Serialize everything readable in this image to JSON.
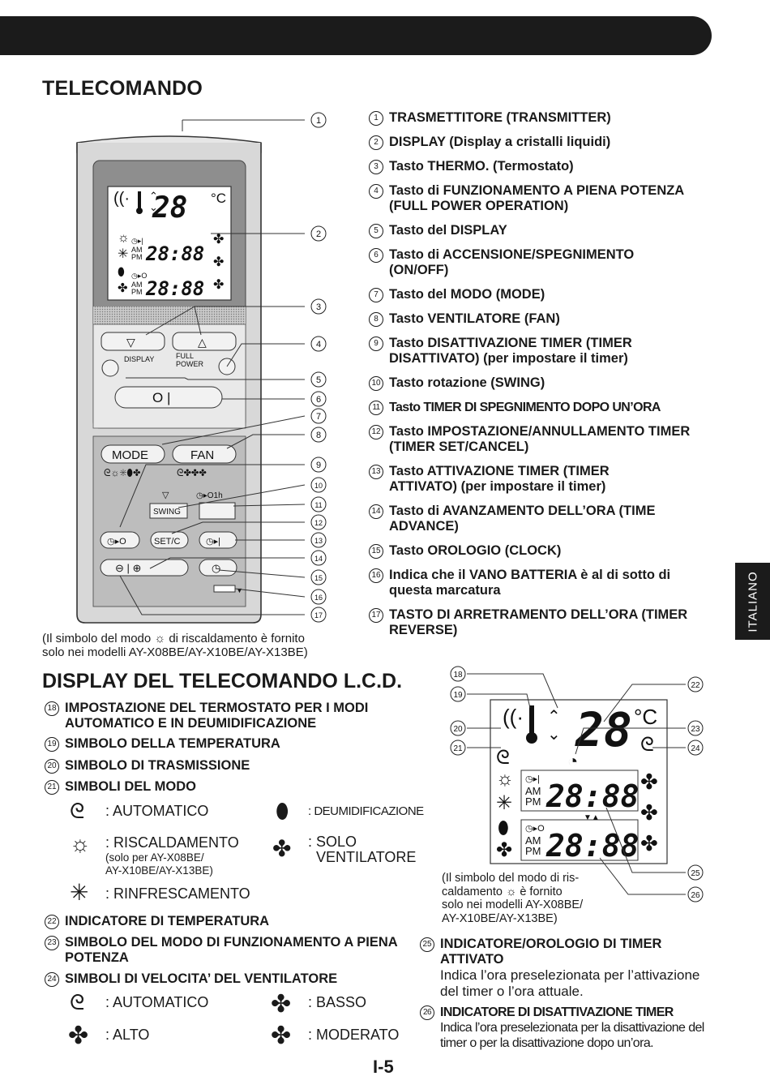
{
  "header": {
    "section_title": "TELECOMANDO",
    "lang_tab": "ITALIANO",
    "page_number": "I-5"
  },
  "remote": {
    "lcd": {
      "temp": "28",
      "unit": "°C",
      "time1": "28:88",
      "time2": "28:88",
      "am": "AM",
      "pm": "PM",
      "t_on": "◷▸|",
      "t_off": "◷▸O"
    },
    "buttons": {
      "display": "DISPLAY",
      "full_power": "FULL\nPOWER",
      "mode": "MODE",
      "fan": "FAN",
      "swing": "SWING",
      "set_c": "SET/C",
      "one_h": "◷▸O1h",
      "on_off": "O | "
    },
    "callouts": [
      "1",
      "2",
      "3",
      "4",
      "5",
      "6",
      "7",
      "8",
      "9",
      "10",
      "11",
      "12",
      "13",
      "14",
      "15",
      "16",
      "17"
    ],
    "note_l1": "(Il simbolo del modo",
    "note_l1b": "di riscaldamento è fornito",
    "note_l2": "solo nei modelli AY-X08BE/AY-X10BE/AY-X13BE)"
  },
  "legend": [
    {
      "n": "1",
      "text": "TRASMETTITORE (TRANSMITTER)"
    },
    {
      "n": "2",
      "text": "DISPLAY (Display a cristalli liquidi)"
    },
    {
      "n": "3",
      "text": "Tasto THERMO. (Termostato)"
    },
    {
      "n": "4",
      "text": "Tasto di FUNZIONAMENTO A PIENA POTENZA (FULL POWER OPERATION)"
    },
    {
      "n": "5",
      "text": "Tasto del DISPLAY"
    },
    {
      "n": "6",
      "text": "Tasto  di ACCENSIONE/SPEGNIMENTO (ON/OFF)"
    },
    {
      "n": "7",
      "text": "Tasto  del MODO (MODE)"
    },
    {
      "n": "8",
      "text": "Tasto VENTILATORE (FAN)"
    },
    {
      "n": "9",
      "text": "Tasto DISATTIVAZIONE TIMER (TIMER DISATTIVATO) (per impostare il timer)"
    },
    {
      "n": "10",
      "text": "Tasto rotazione (SWING)"
    },
    {
      "n": "11",
      "text": "Tasto TIMER DI SPEGNIMENTO DOPO UN’ORA"
    },
    {
      "n": "12",
      "text": "Tasto IMPOSTAZIONE/ANNULLAMENTO TIMER (TIMER SET/CANCEL)"
    },
    {
      "n": "13",
      "text": "Tasto ATTIVAZIONE TIMER (TIMER ATTIVATO) (per impostare il timer)"
    },
    {
      "n": "14",
      "text": "Tasto di AVANZAMENTO DELL’ORA (TIME ADVANCE)"
    },
    {
      "n": "15",
      "text": "Tasto OROLOGIO (CLOCK)"
    },
    {
      "n": "16",
      "text": "Indica che il VANO BATTERIA è al di sotto di questa marcatura"
    },
    {
      "n": "17",
      "text": "TASTO DI ARRETRAMENTO  DELL’ORA (TIMER REVERSE)"
    }
  ],
  "lcd_section": {
    "title": "DISPLAY DEL TELECOMANDO L.C.D.",
    "items": [
      {
        "n": "18",
        "text": "IMPOSTAZIONE DEL TERMOSTATO PER I MODI AUTOMATICO E  IN  DEUMIDIFICAZIONE"
      },
      {
        "n": "19",
        "text": "SIMBOLO DELLA TEMPERATURA"
      },
      {
        "n": "20",
        "text": "SIMBOLO DI TRASMISSIONE"
      },
      {
        "n": "21",
        "text": "SIMBOLI DEL MODO"
      }
    ],
    "modes": {
      "auto": ": AUTOMATICO",
      "heat": ": RISCALDAMENTO",
      "heat_note": "(solo per AY-X08BE/",
      "heat_note2": "AY-X10BE/AY-X13BE)",
      "cool": ": RINFRESCAMENTO",
      "dry": ": DEUMIDIFICAZIONE",
      "fan_only": ": SOLO",
      "fan_only2": "VENTILATORE"
    },
    "items2": [
      {
        "n": "22",
        "text": "INDICATORE DI TEMPERATURA"
      },
      {
        "n": "23",
        "text": "SIMBOLO DEL MODO DI FUNZIONAMENTO A PIENA POTENZA"
      },
      {
        "n": "24",
        "text": "SIMBOLI DI VELOCITA’ DEL VENTILATORE"
      }
    ],
    "fan_speeds": {
      "auto": ": AUTOMATICO",
      "low": ": BASSO",
      "high": ": ALTO",
      "medium": ": MODERATO"
    },
    "big_lcd": {
      "temp": "28",
      "unit": "°C",
      "time1": "28:88",
      "time2": "28:88",
      "am": "AM",
      "pm": "PM"
    },
    "callouts": [
      "18",
      "19",
      "20",
      "21",
      "22",
      "23",
      "24",
      "25",
      "26"
    ],
    "note": [
      "(Il simbolo del modo di ris-",
      "caldamento",
      "è fornito",
      "solo nei modelli AY-X08BE/",
      "AY-X10BE/AY-X13BE)"
    ],
    "i25_title": "INDICATORE/OROLOGIO  DI  TIMER ATTIVATO",
    "i25_body": "Indica l’ora preselezionata per l’attivazione del timer o l’ora attuale.",
    "i26_title": "INDICATORE DI DISATTIVAZIONE TIMER",
    "i26_body": "Indica l’ora preselezionata per la disattivazione del timer o per la disattivazione dopo un’ora."
  }
}
